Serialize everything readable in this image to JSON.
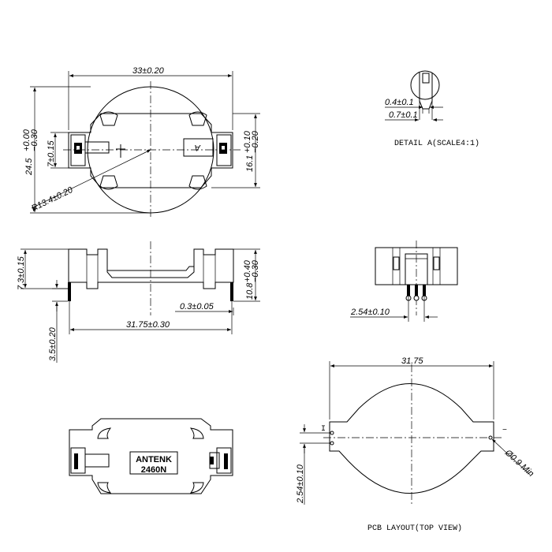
{
  "top_view": {
    "width_dim": "33±0.20",
    "height_dim": "24.5",
    "height_tol_upper": "+0.00",
    "height_tol_lower": "−0.30",
    "contact_dim": "7±0.15",
    "right_dim": "16.1",
    "right_tol_upper": "+0.10",
    "right_tol_lower": "−0.20",
    "radius_dim": "R13.4±0.20"
  },
  "detail": {
    "dim_a": "0.4±0.1",
    "dim_b": "0.7±0.1",
    "caption": "DETAIL A(SCALE4:1)"
  },
  "side_view": {
    "height_dim": "7.3±0.15",
    "right_dim": "10.8",
    "right_tol_upper": "+0.40",
    "right_tol_lower": "−0.30",
    "thickness_dim": "0.3±0.05",
    "pitch_dim": "31.75±0.30",
    "pin_dim": "3.5±0.20"
  },
  "end_view": {
    "pitch_dim": "2.54±0.10"
  },
  "bottom_view": {
    "brand_line1": "ANTENK",
    "brand_line2": "2460N"
  },
  "pcb_layout": {
    "width_dim": "31.75",
    "hole_dim": "Ø0.9 Min",
    "pitch_dim": "2.54±0.10",
    "caption": "PCB LAYOUT(TOP VIEW)",
    "label_minus": "−"
  },
  "colors": {
    "line": "#000000",
    "background": "#ffffff"
  }
}
